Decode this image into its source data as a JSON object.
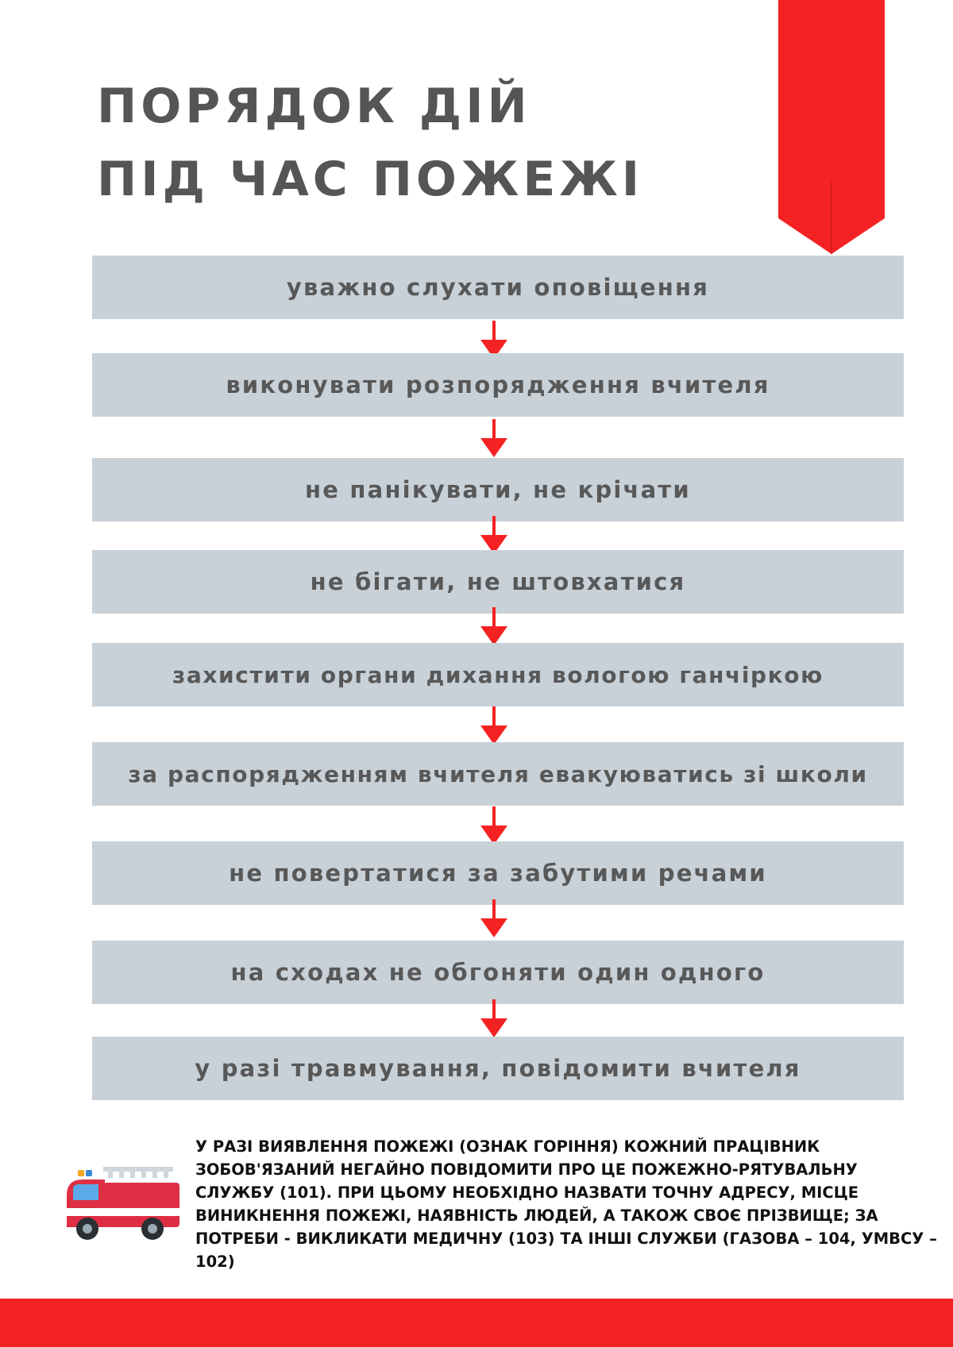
{
  "colors": {
    "accent_red": "#f42222",
    "step_background": "#c8d0d8",
    "title_text": "#555555",
    "step_text": "#585858"
  },
  "title": {
    "line1": "ПОРЯДОК ДІЙ",
    "line2": "ПІД ЧАС ПОЖЕЖІ"
  },
  "steps": [
    "уважно слухати оповіщення",
    "виконувати розпорядження вчителя",
    "не панікувати, не крічати",
    "не бігати, не штовхатися",
    "захистити органи дихання вологою ганчіркою",
    "за распорядженням вчителя евакуюватись зі школи",
    "не повертатися за забутими речами",
    "на сходах не обгоняти один одного",
    "у разі травмування, повідомити вчителя"
  ],
  "notice": {
    "icon": "fire-truck-icon",
    "text": "У РАЗІ ВИЯВЛЕННЯ ПОЖЕЖІ (ОЗНАК ГОРІННЯ) КОЖНИЙ ПРАЦІВНИК ЗОБОВ'ЯЗАНИЙ НЕГАЙНО ПОВІДОМИТИ ПРО ЦЕ ПОЖЕЖНО-РЯТУВАЛЬНУ СЛУЖБУ (101). ПРИ ЦЬОМУ НЕОБХІДНО НАЗВАТИ ТОЧНУ АДРЕСУ, МІСЦЕ ВИНИКНЕННЯ ПОЖЕЖІ, НАЯВНІСТЬ ЛЮДЕЙ, А ТАКОЖ СВОЄ ПРІЗВИЩЕ;  ЗА ПОТРЕБИ - ВИКЛИКАТИ МЕДИЧНУ (103) ТА ІНШІ СЛУЖБИ (ГАЗОВА – 104, УМВСУ – 102)"
  }
}
